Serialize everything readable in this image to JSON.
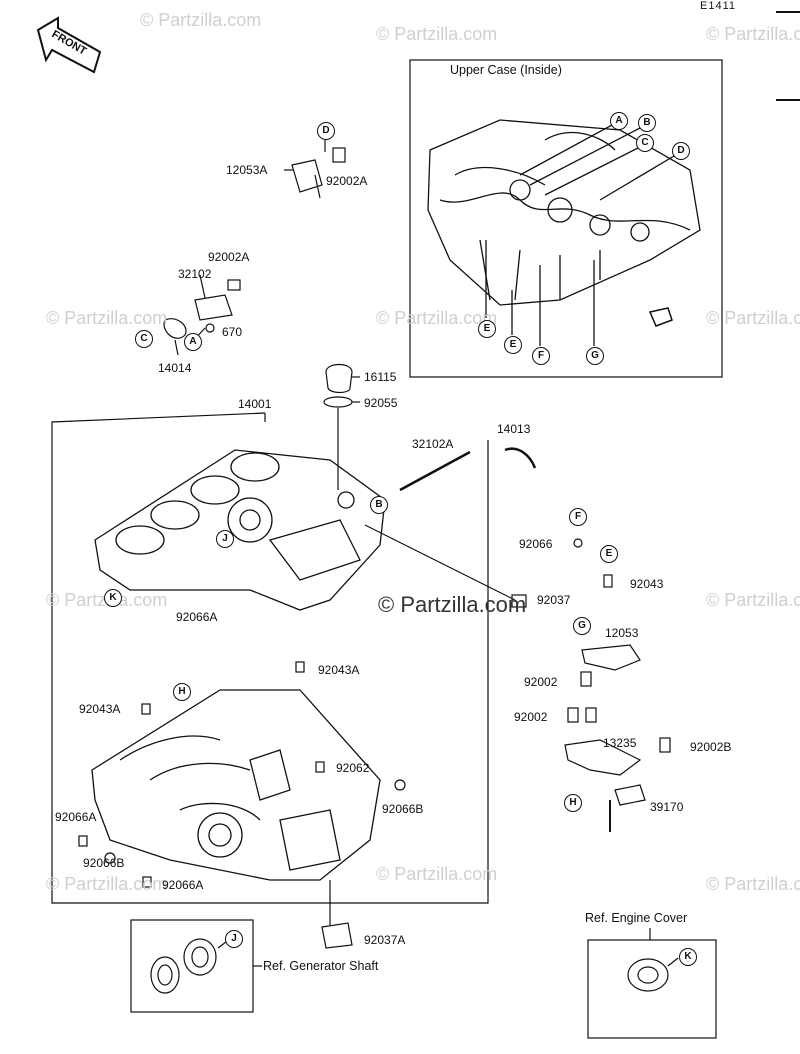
{
  "diagram_code": "E1411",
  "front_label": "FRONT",
  "watermark": "© Partzilla.com",
  "upper_case_title": "Upper Case (Inside)",
  "ref_generator_shaft": "Ref. Generator Shaft",
  "ref_engine_cover": "Ref. Engine Cover",
  "parts": {
    "p12053A": "12053A",
    "p92002A_top": "92002A",
    "p92002A_mid": "92002A",
    "p32102": "32102",
    "p670": "670",
    "p14014": "14014",
    "p16115": "16115",
    "p92055": "92055",
    "p14001": "14001",
    "p32102A": "32102A",
    "p14013": "14013",
    "p92066": "92066",
    "p92043": "92043",
    "p92037": "92037",
    "p12053": "12053",
    "p92002_a": "92002",
    "p92002_b": "92002",
    "p13235": "13235",
    "p92002B": "92002B",
    "p39170": "39170",
    "p92066A_upper": "92066A",
    "p92043A_right": "92043A",
    "p92043A_left": "92043A",
    "p92062": "92062",
    "p92066B_right": "92066B",
    "p92066A_left": "92066A",
    "p92066B_left": "92066B",
    "p92066A_bottom": "92066A",
    "p92037A": "92037A"
  },
  "callouts": {
    "A": "A",
    "B": "B",
    "C": "C",
    "D": "D",
    "E": "E",
    "F": "F",
    "G": "G",
    "H": "H",
    "J": "J",
    "K": "K"
  }
}
